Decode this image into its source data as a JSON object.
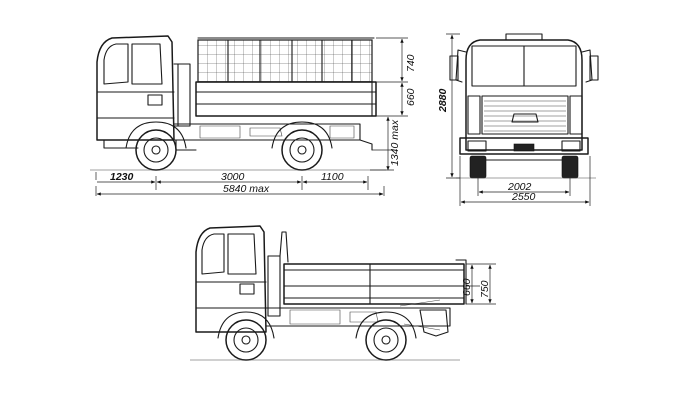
{
  "dimensions": {
    "front_overhang": "1230",
    "wheelbase": "3000",
    "rear_overhang": "1100",
    "overall_length": "5840 max",
    "overall_height": "2880",
    "body_side_upper": "740",
    "body_side_lower": "660",
    "platform_height": "1340 max",
    "track_width": "2002",
    "overall_width": "2550",
    "lower_body_side": "660",
    "lower_body_height": "750"
  }
}
